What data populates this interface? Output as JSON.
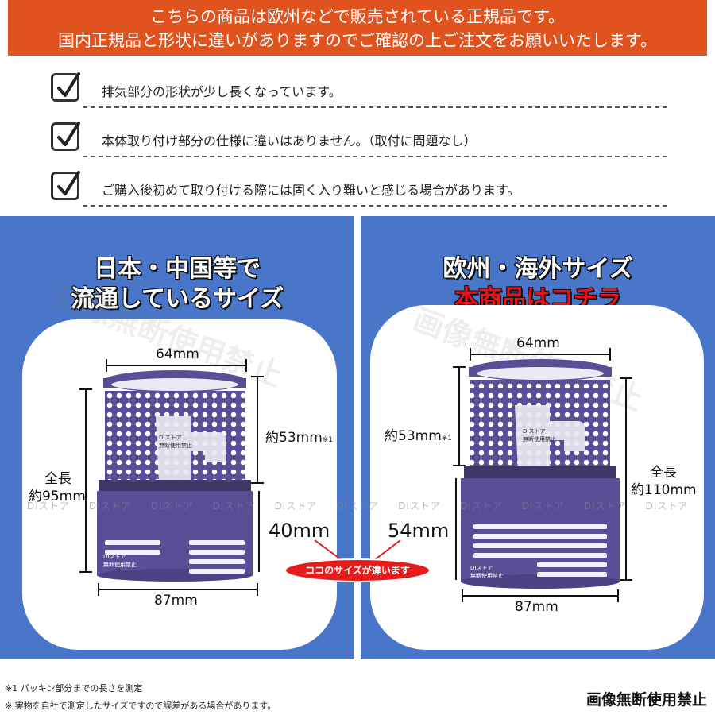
{
  "banner": {
    "line1": "こちらの商品は欧州などで販売されている正規品です。",
    "line2": "国内正規品と形状に違いがありますのでご確認の上ご注文をお願いいたします。"
  },
  "checks": [
    {
      "icon": "checkmark-icon",
      "text": "排気部分の形状が少し長くなっています。"
    },
    {
      "icon": "checkmark-icon",
      "text": "本体取り付け部分の仕様に違いはありません。（取付に問題なし）"
    },
    {
      "icon": "checkmark-icon",
      "text": "ご購入後初めて取り付ける際には固く入り難いと感じる場合があります。"
    }
  ],
  "left_panel": {
    "title1": "日本・中国等で",
    "title2": "流通しているサイズ",
    "watermark": "画像無断使用禁止",
    "width_top": "64mm",
    "mesh_height": "約53mm",
    "mesh_note": "※1",
    "total_label": "全長",
    "total_value": "約95mm",
    "base_height": "40mm",
    "width_bottom": "87mm",
    "label_small1": "DIストア",
    "label_small2": "無断使用禁止"
  },
  "right_panel": {
    "title1": "欧州・海外サイズ",
    "title2": "本商品はコチラ",
    "watermark": "画像無断使用禁止",
    "width_top": "64mm",
    "mesh_height": "約53mm",
    "mesh_note": "※1",
    "total_label": "全長",
    "total_value": "約110mm",
    "base_height": "54mm",
    "width_bottom": "87mm",
    "label_small1": "DIストア",
    "label_small2": "無断使用禁止"
  },
  "store_watermark": "DIストア",
  "callout": "ココのサイズが違います",
  "footer": {
    "note1": "※1 パッキン部分までの長さを測定",
    "note2": "※ 実物を自社で測定したサイズですので誤差がある場合があります。",
    "right": "画像無断使用禁止"
  },
  "colors": {
    "banner": "#e0531f",
    "panel": "#4a76c9",
    "filter_body": "#5a4f96",
    "callout": "#e61b1b"
  }
}
